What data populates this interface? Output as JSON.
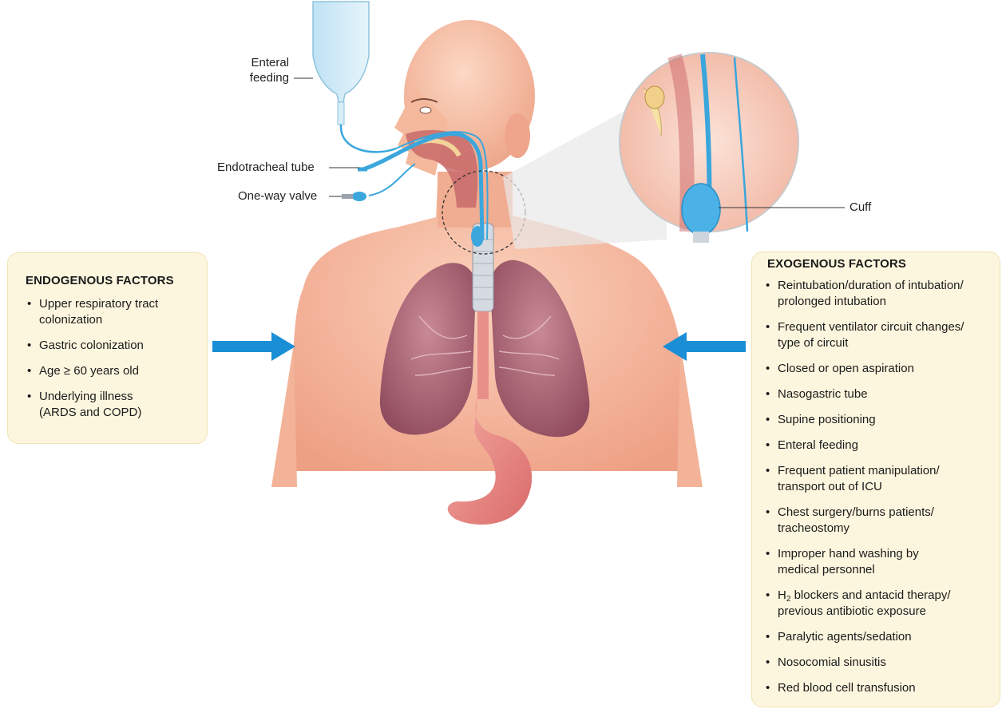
{
  "labels": {
    "enteral_feeding": [
      "Enteral",
      "feeding"
    ],
    "endotracheal_tube": "Endotracheal tube",
    "one_way_valve": "One-way valve",
    "cuff": "Cuff"
  },
  "endogenous": {
    "title": "ENDOGENOUS FACTORS",
    "items": [
      [
        "Upper respiratory tract",
        "colonization"
      ],
      [
        "Gastric colonization"
      ],
      [
        "Age ≥ 60 years old"
      ],
      [
        "Underlying illness",
        "(ARDS and COPD)"
      ]
    ]
  },
  "exogenous": {
    "title": "EXOGENOUS FACTORS",
    "items": [
      [
        "Reintubation/duration of intubation/",
        "prolonged intubation"
      ],
      [
        "Frequent ventilator circuit changes/",
        "type of circuit"
      ],
      [
        "Closed or open aspiration"
      ],
      [
        "Nasogastric tube"
      ],
      [
        "Supine positioning"
      ],
      [
        "Enteral feeding"
      ],
      [
        "Frequent patient manipulation/",
        "transport out of ICU"
      ],
      [
        "Chest surgery/burns patients/",
        "tracheostomy"
      ],
      [
        "Improper hand washing by",
        "medical personnel"
      ],
      [
        "H",
        "2",
        " blockers and antacid therapy/",
        "previous antibiotic exposure"
      ],
      [
        "Paralytic agents/sedation"
      ],
      [
        "Nosocomial sinusitis"
      ],
      [
        "Red blood cell transfusion"
      ]
    ]
  },
  "colors": {
    "box_fill": "#fdf6df",
    "arrow": "#1a8fd6",
    "tube": "#3aa6dc",
    "skin": "#f4b89c",
    "lung": "#b86a7a",
    "stomach": "#ec8f8a"
  }
}
